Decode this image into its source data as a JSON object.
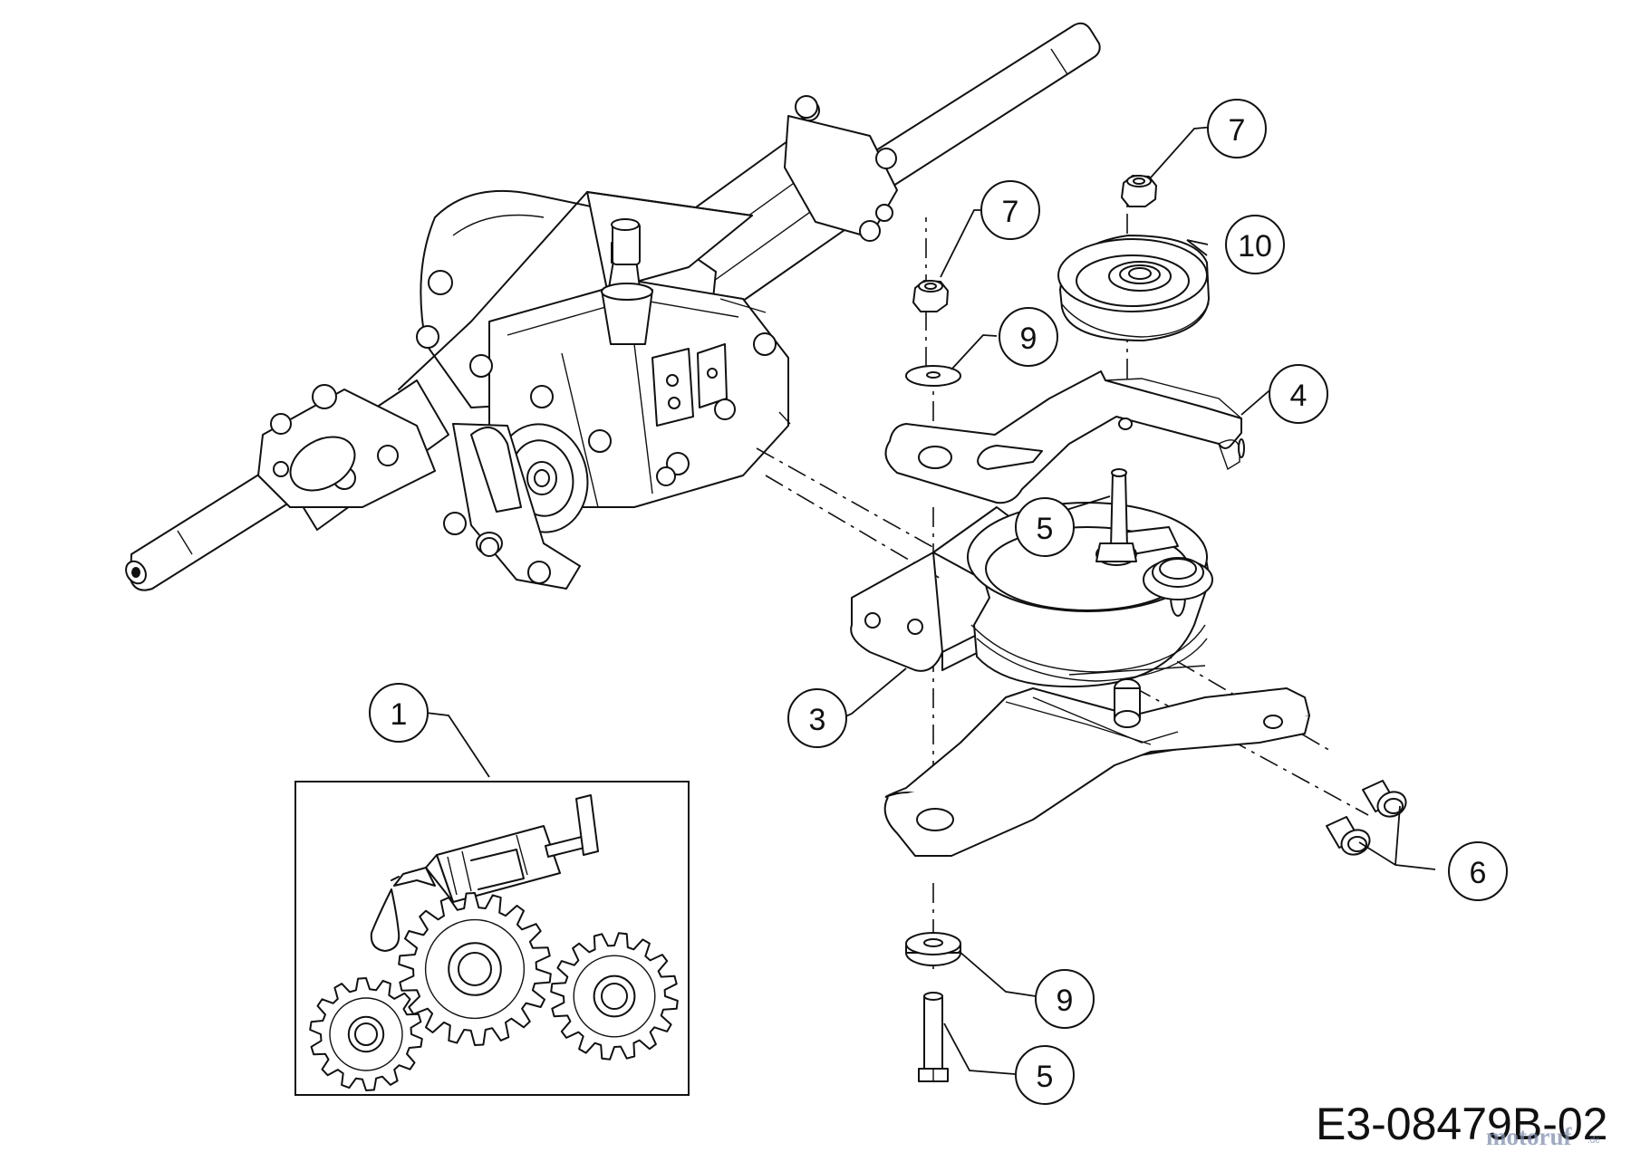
{
  "drawing_code": "E3-08479B-02",
  "watermark": "motoruf",
  "watermark_suffix": ".de",
  "callouts": [
    {
      "id": "1",
      "label": "1"
    },
    {
      "id": "3",
      "label": "3"
    },
    {
      "id": "4",
      "label": "4"
    },
    {
      "id": "5a",
      "label": "5"
    },
    {
      "id": "5b",
      "label": "5"
    },
    {
      "id": "6",
      "label": "6"
    },
    {
      "id": "7a",
      "label": "7"
    },
    {
      "id": "7b",
      "label": "7"
    },
    {
      "id": "9a",
      "label": "9"
    },
    {
      "id": "9b",
      "label": "9"
    },
    {
      "id": "10",
      "label": "10"
    }
  ]
}
